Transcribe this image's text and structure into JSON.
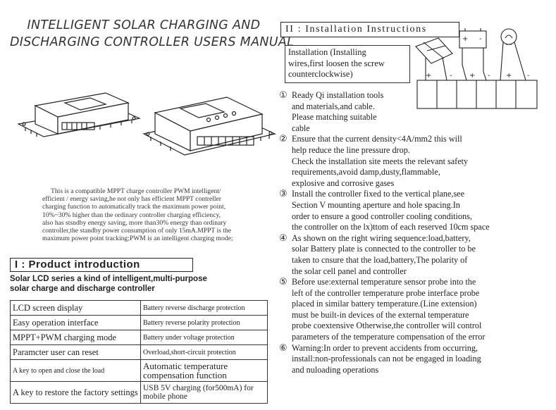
{
  "title": {
    "line1": "INTELLIGENT SOLAR CHARGING AND",
    "line2": "DISCHARGING CONTROLLER USERS MANUAL"
  },
  "intro_lines": [
    "This is a compatible MPPT charge controller PWM intelligent/",
    "efficient / energy saving,he  not only has efficient MPPT contreller",
    "charging function to  automatically track  the maximum power point,",
    "10%~30% higher  than the ordinary controller charging  efficiency,",
    "also has stsndby  energy saving, more  than30% energy than  ordinary",
    "controller,the standby power consumption of only 15mA.MPPT is the",
    "maximum power point tracking;PWM is an intelligent charging mode;"
  ],
  "section1": {
    "heading": "I : Product introduction",
    "subtitle_line1": "Solar LCD series a kind of intelligent,multi-purpose",
    "subtitle_line2": "solar charge and discharge controller"
  },
  "features": [
    [
      "LCD screen display",
      "Battery reverse discharge protection"
    ],
    [
      "Easy operation interface",
      "Battery reverse polarity protection"
    ],
    [
      "MPPT+PWM charging mode",
      "Battery under voltage protection"
    ],
    [
      "Paramcter user can reset",
      "Overload,short-circuit protection"
    ],
    [
      "A key to open and close the load",
      "Automatic temperature compensation function"
    ],
    [
      "A key to restore the factory settings",
      "USB 5V charging (for500mA) for mobile phone"
    ]
  ],
  "section2": {
    "heading": "II : Installation Instructions",
    "box_line1": "Installation (Installing",
    "box_line2": "wires,first loosen the screw",
    "box_line3": "counterclockwise)"
  },
  "steps": [
    {
      "num": "①",
      "lines": [
        "Ready Qi installation tools",
        "and materials,and cable.",
        "Please matching suitable",
        "cable"
      ]
    },
    {
      "num": "②",
      "lines": [
        "Ensure that the current density<4A/mm2 this will",
        "help reduce the line pressure drop.",
        "Check the installation site meets the relevant safety",
        "requirements,avoid damp,dusty,flammable,",
        "explosive and corrosive gases"
      ]
    },
    {
      "num": "③",
      "lines": [
        "Install the controller fixed to the vertical plane,see",
        "Section V mounting aperture and hole spacing.In",
        "order to ensure a good controller cooling conditions,",
        "the controller on the lx)ttom of each reserved 10cm space"
      ]
    },
    {
      "num": "④",
      "lines": [
        "As shown on the right wiring sequence:load,battery,",
        "solar Battery plate is connected to the controller to be",
        "taken to cnsure that the load,battery,The polarity of",
        "the solar cell panel and controller"
      ]
    },
    {
      "num": "⑤",
      "lines": [
        "Before use:external temperature sensor probe into the",
        "left of the controller temperature probe interface probe",
        "placed in similar battery temperature.(Line extension)",
        "must be built-in devices of the external temperature",
        "probe coextensive Otherwise,the controller will control",
        "parameters of the temperature compensation of the error"
      ]
    },
    {
      "num": "⑥",
      "lines": [
        "Warning:In order to prevent accidents from occurring,",
        "install:non-professionals can not be engaged in loading",
        "and nuloading operations"
      ]
    }
  ],
  "diagram": {
    "plus": "+",
    "minus": "-"
  }
}
